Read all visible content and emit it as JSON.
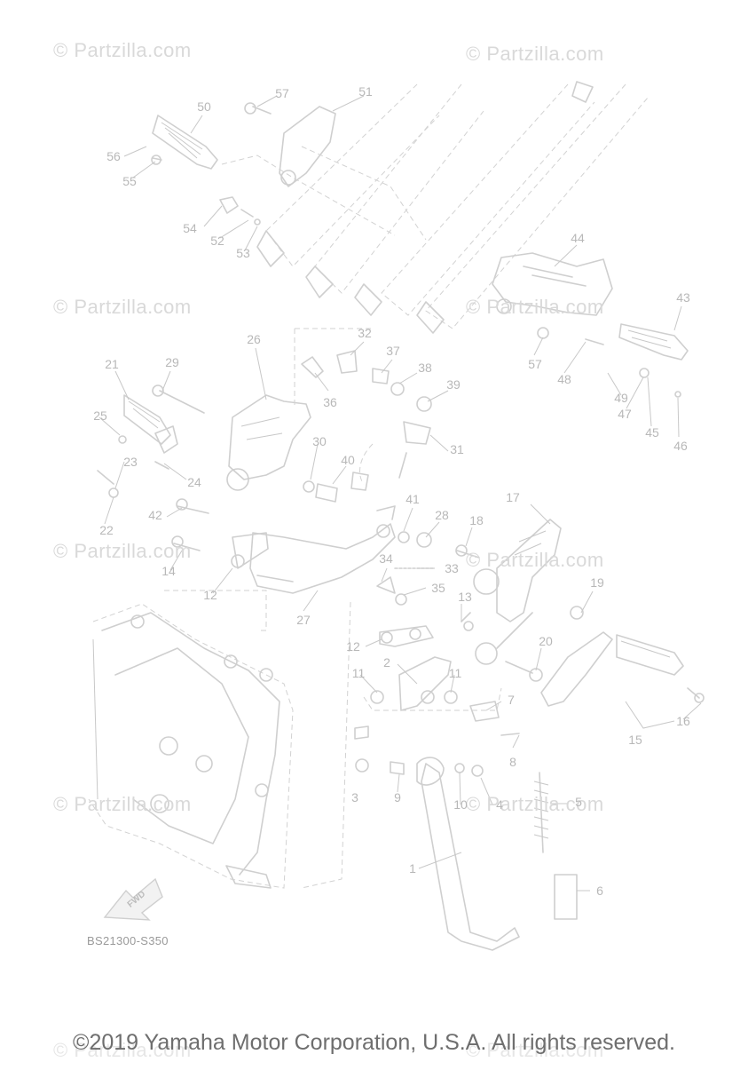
{
  "watermark": "© Partzilla.com",
  "callouts": [
    "1",
    "2",
    "3",
    "4",
    "5",
    "6",
    "7",
    "8",
    "9",
    "10",
    "11",
    "11",
    "12",
    "12",
    "13",
    "14",
    "15",
    "16",
    "17",
    "18",
    "19",
    "20",
    "21",
    "22",
    "23",
    "24",
    "25",
    "26",
    "27",
    "28",
    "29",
    "30",
    "31",
    "32",
    "33",
    "34",
    "35",
    "36",
    "37",
    "38",
    "39",
    "40",
    "41",
    "42",
    "43",
    "44",
    "45",
    "46",
    "47",
    "48",
    "49",
    "50",
    "51",
    "52",
    "53",
    "54",
    "55",
    "56",
    "57",
    "57"
  ],
  "fwd_label": "FWD",
  "diagram_code": "BS21300-S350",
  "copyright": "©2019 Yamaha Motor Corporation, U.S.A. All rights reserved."
}
